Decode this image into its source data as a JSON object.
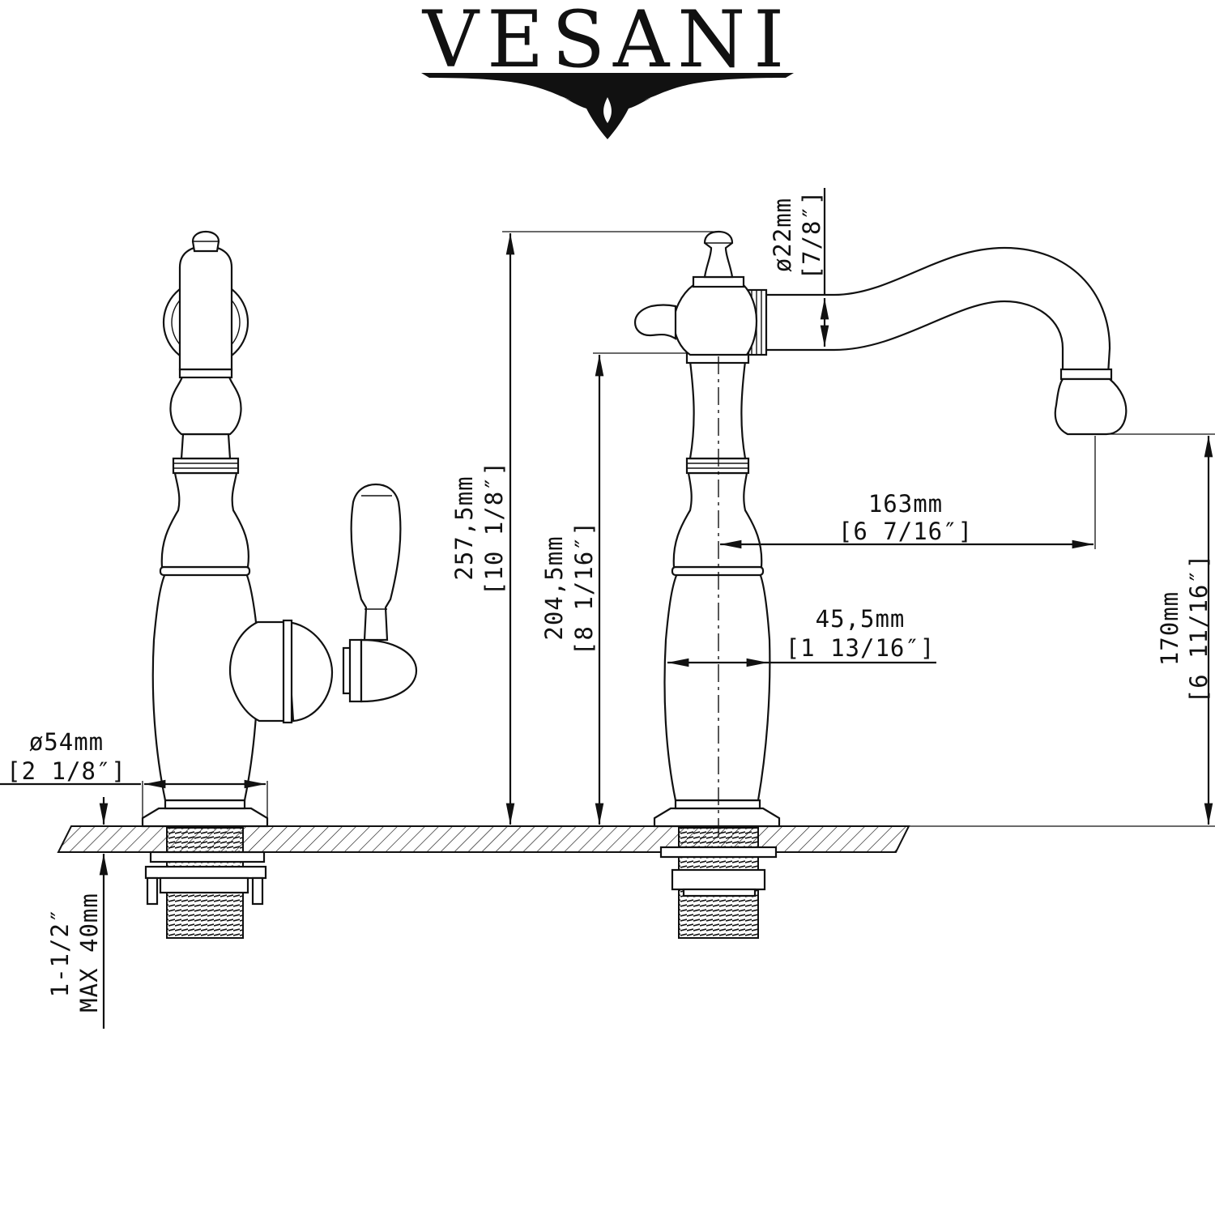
{
  "brand": {
    "name": "VESANI"
  },
  "dimensions": {
    "height_total_mm": "257,5mm",
    "height_total_in": "[10 1/8″]",
    "height_spout_mm": "204,5mm",
    "height_spout_in": "[8 1/16″]",
    "spout_dia_mm": "ø22mm",
    "spout_dia_in": "[7/8″]",
    "reach_mm": "163mm",
    "reach_in": "[6 7/16″]",
    "body_width_mm": "45,5mm",
    "body_width_in": "[1 13/16″]",
    "clearance_mm": "170mm",
    "clearance_in": "[6 11/16″]",
    "base_dia_mm": "ø54mm",
    "base_dia_in": "[2 1/8″]",
    "deck_thickness_top": "1-1/2″",
    "deck_thickness_bottom": "MAX 40mm"
  }
}
